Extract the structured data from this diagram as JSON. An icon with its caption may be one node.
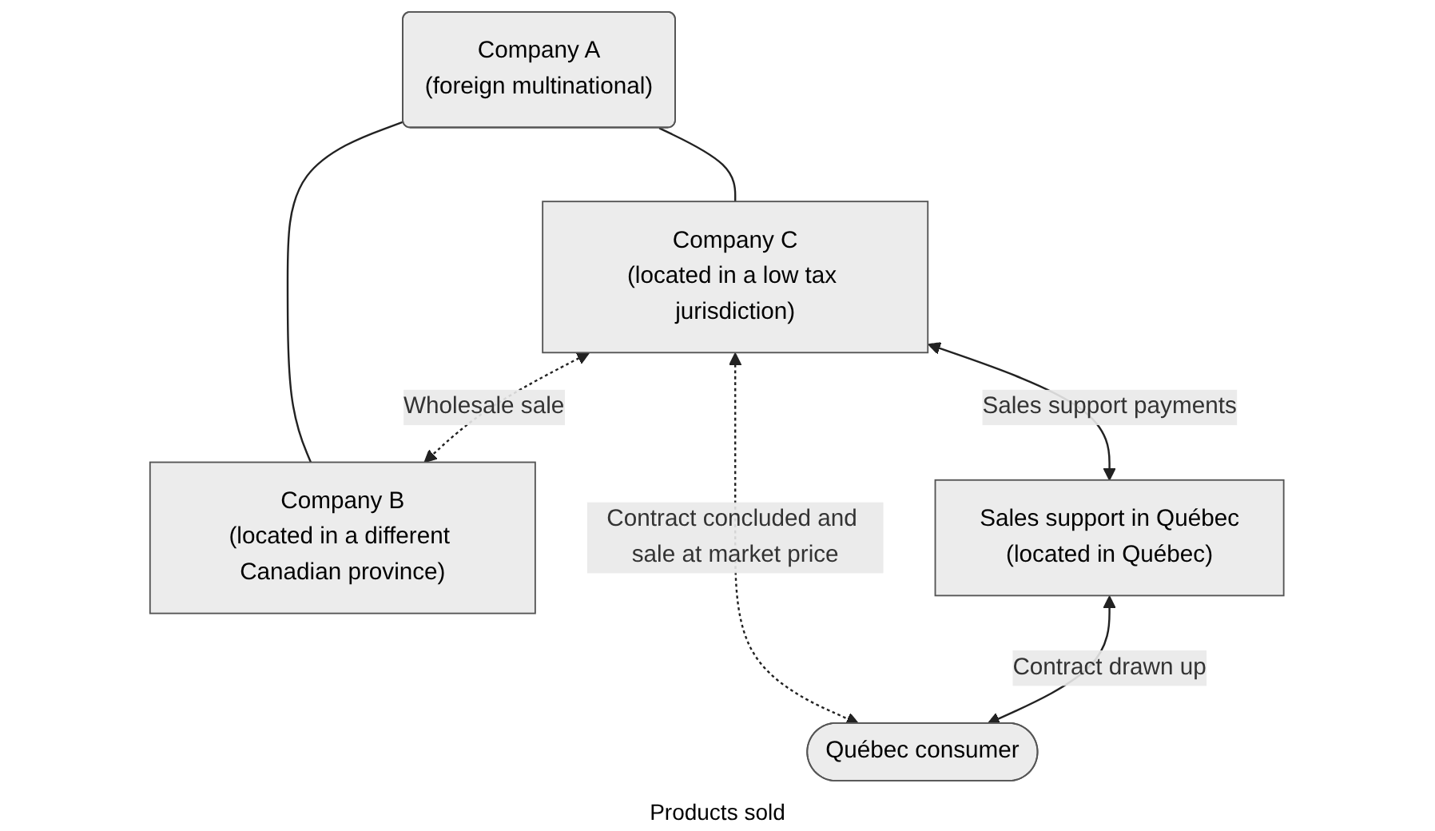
{
  "diagram": {
    "nodes": [
      {
        "text": [
          "Company A",
          "(foreign multinational)"
        ]
      },
      {
        "text": [
          "Company C",
          "(located in a low tax jurisdiction)"
        ]
      },
      {
        "text": [
          "Company B",
          "(located in a different Canadian province)"
        ]
      },
      {
        "text": [
          "Sales support in Québec",
          "(located in Québec)"
        ]
      },
      {
        "text": [
          "Québec consumer"
        ]
      }
    ],
    "edges": [
      {
        "from": 0,
        "to": 2,
        "arrow": "none"
      },
      {
        "from": 0,
        "to": 1,
        "arrow": "none"
      },
      {
        "from": 1,
        "to": 2,
        "arrow": "both",
        "style": "dashed",
        "label": "Wholesale sale"
      },
      {
        "from": 1,
        "to": 4,
        "arrow": "both",
        "style": "dashed",
        "label": "Contract concluded and sale at market price"
      },
      {
        "from": 1,
        "to": 3,
        "arrow": "both",
        "label": "Sales support payments"
      },
      {
        "from": 3,
        "to": 4,
        "arrow": "both",
        "label": "Contract drawn up"
      }
    ],
    "labels": [
      "Products sold"
    ]
  }
}
